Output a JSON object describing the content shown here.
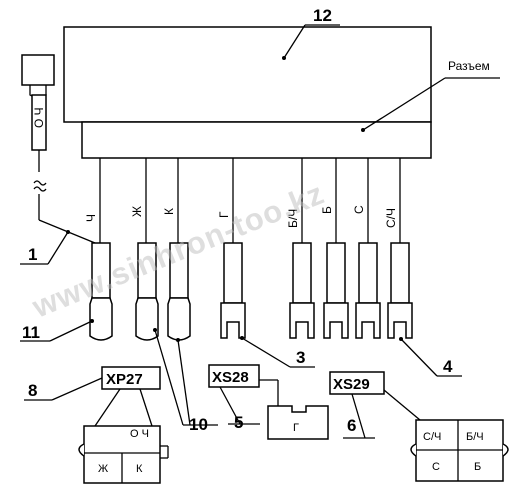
{
  "callouts": {
    "c1": "1",
    "c3": "3",
    "c4": "4",
    "c5": "5",
    "c6": "6",
    "c8": "8",
    "c10": "10",
    "c11": "11",
    "c12": "12"
  },
  "connector_label": "Разъем",
  "wires": {
    "w1": "Ч",
    "w2": "Ж",
    "w3": "К",
    "w4": "Г",
    "w5": "Б/Ч",
    "w6": "Б",
    "w7": "С",
    "w8": "С/Ч"
  },
  "plug_label": "О Ч",
  "sockets": {
    "xp27": {
      "name": "XP27",
      "top": "О Ч",
      "bl": "Ж",
      "br": "К"
    },
    "xs28": {
      "name": "XS28",
      "cell": "Г"
    },
    "xs29": {
      "name": "XS29",
      "tl": "С/Ч",
      "tr": "Б/Ч",
      "bl": "С",
      "br": "Б"
    }
  },
  "watermark": "www.sinhron-too.kz"
}
